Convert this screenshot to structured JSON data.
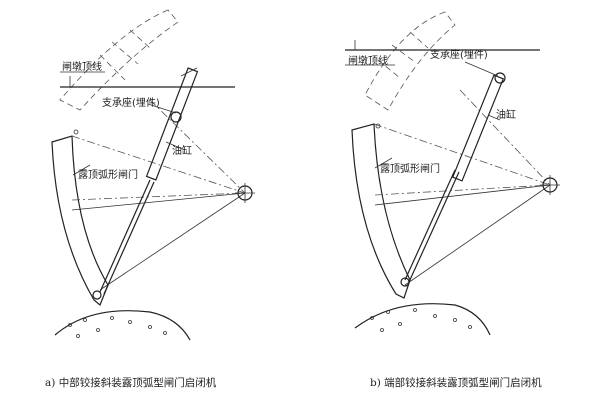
{
  "panel_a": {
    "label_crest": "闸墩顶线",
    "label_support": "支承座(埋件)",
    "label_cylinder": "油缸",
    "label_gate": "露顶弧形闸门",
    "caption": "a) 中部铰接斜装露顶弧型闸门启闭机"
  },
  "panel_b": {
    "label_crest": "闸墩顶线",
    "label_support": "支承座(埋件)",
    "label_cylinder": "油缸",
    "label_gate": "露顶弧形闸门",
    "caption": "b) 端部铰接斜装露顶弧型闸门启闭机"
  }
}
